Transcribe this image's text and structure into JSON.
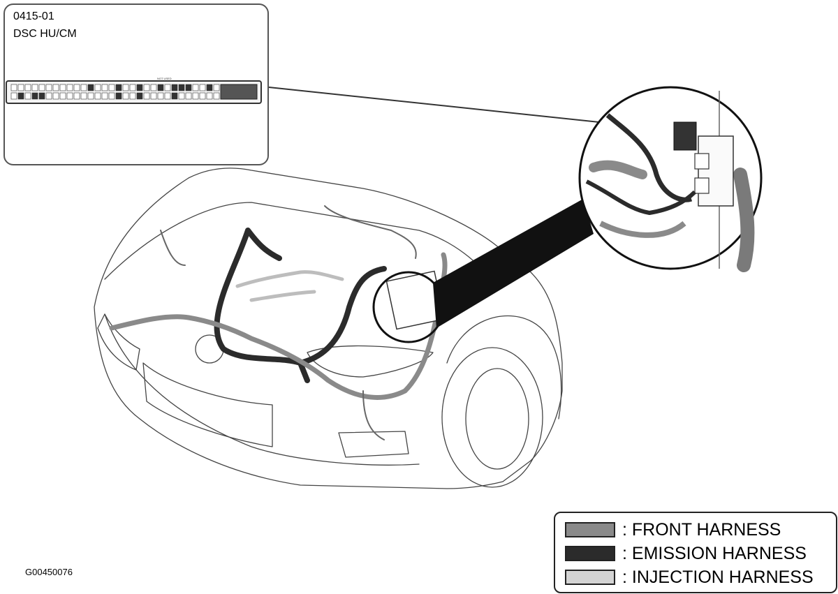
{
  "callout": {
    "code": "0415-01",
    "name": "DSC HU/CM",
    "connector_note": "NOT USED"
  },
  "figure_id": "G00450076",
  "legend": {
    "items": [
      {
        "label": ": FRONT HARNESS",
        "color": "#8a8a8a"
      },
      {
        "label": ": EMISSION HARNESS",
        "color": "#2b2b2b"
      },
      {
        "label": ": INJECTION HARNESS",
        "color": "#d4d4d4"
      }
    ]
  },
  "colors": {
    "line": "#444444",
    "front": "#8a8a8a",
    "emission": "#2b2b2b",
    "injection": "#d4d4d4"
  }
}
